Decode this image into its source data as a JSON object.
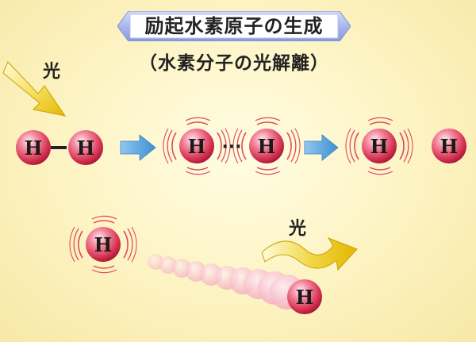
{
  "title": "励起水素原子の生成",
  "subtitle": "（水素分子の光解離）",
  "light_label": "光",
  "atom_label": "H",
  "bond_symbol": "−",
  "dissociation_dots": "···",
  "colors": {
    "background": "#fdf3c2",
    "atom_core": "#d63a55",
    "atom_highlight": "#ffe0e6",
    "excitation_wave": "#e24a5e",
    "process_arrow": "#4a9fd8",
    "light_arrow": "#e8c000",
    "banner_blue": "#aab8ef",
    "trail": "#f2b6c3"
  }
}
